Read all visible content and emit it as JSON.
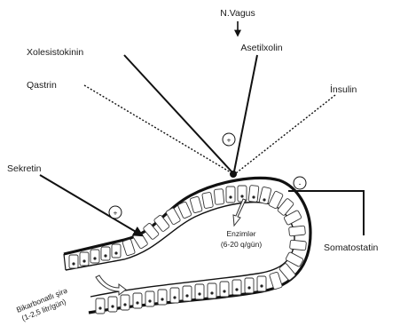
{
  "diagram": {
    "labels": {
      "vagus": "N.Vagus",
      "acetylcholine": "Asetilxolin",
      "cholecystokinin": "Xolesistokinin",
      "gastrin": "Qastrin",
      "insulin": "İnsulin",
      "secretin": "Sekretin",
      "somatostatin": "Somatostatin",
      "enzymes_line1": "Enzimlər",
      "enzymes_line2": "(6-20 q/gün)",
      "bicarbonate_line1": "Bikarbonatlı şirə",
      "bicarbonate_line2": "(1-2,5 litr/gün)"
    },
    "signs": {
      "top": "+",
      "secretin": "+",
      "somatostatin": "-"
    }
  }
}
